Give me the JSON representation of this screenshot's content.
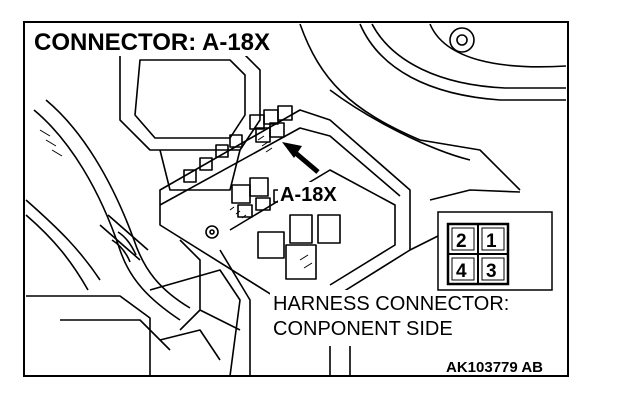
{
  "diagram": {
    "title": "CONNECTOR: A-18X",
    "pointer_label": "A-18X",
    "harness_caption": {
      "line1": "HARNESS CONNECTOR:",
      "line2": "CONPONENT SIDE"
    },
    "connector_pins": {
      "top": [
        "2",
        "1"
      ],
      "bottom": [
        "4",
        "3"
      ]
    },
    "figure_id": "AK103779 AB"
  }
}
